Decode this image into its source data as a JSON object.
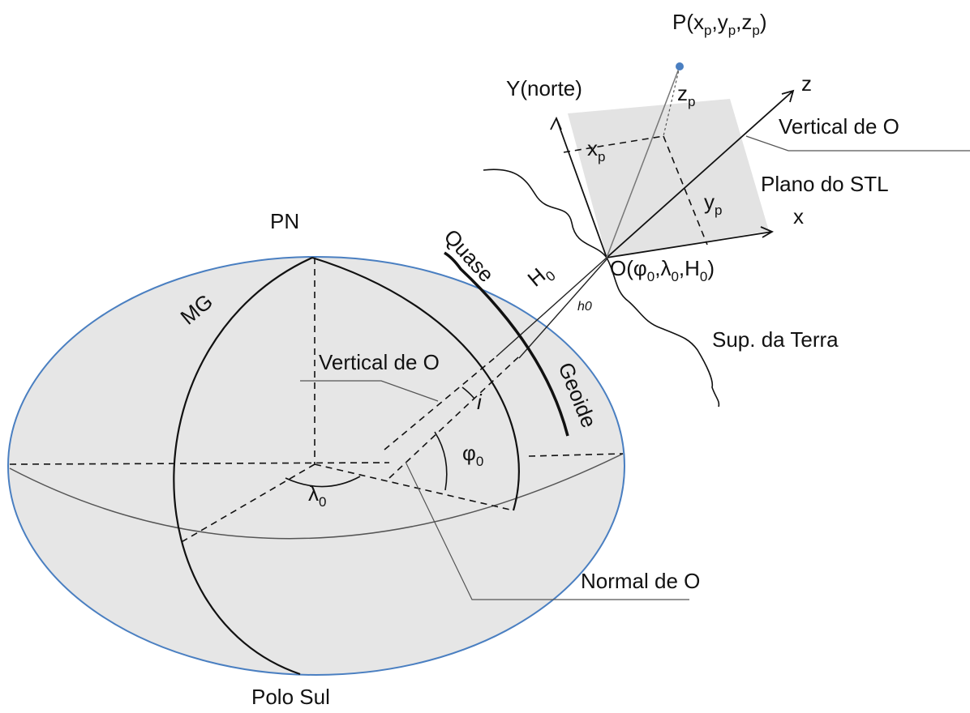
{
  "colors": {
    "ellipse_fill": "#e6e6e6",
    "ellipse_stroke": "#4a7fc1",
    "plane_fill": "#e3e3e3",
    "point_color": "#4a7fc1",
    "line_color": "#111111",
    "leader_color": "#555555"
  },
  "labels": {
    "point_p": {
      "base": "P(x",
      "s1": "p",
      "c1": ",y",
      "s2": "p",
      "c2": ",z",
      "s3": "p",
      "end": ")"
    },
    "y_axis": "Y(norte)",
    "z_axis": "z",
    "zp": {
      "base": "z",
      "sub": "p"
    },
    "xp": {
      "base": "x",
      "sub": "p"
    },
    "yp": {
      "base": "y",
      "sub": "p"
    },
    "vertical_de_o_top": "Vertical de O",
    "plano_do_stl": "Plano do STL",
    "x_axis": "x",
    "origin": {
      "base": "O(",
      "phi": "φ",
      "s1": "0",
      "c1": ",",
      "lambda": "λ",
      "s2": "0",
      "c2": ",H",
      "s3": "0",
      "end": ")"
    },
    "h0_upper": {
      "base": "H",
      "sub": "0"
    },
    "h0_lower": "h0",
    "pn": "PN",
    "mg": "MG",
    "quase": "Quase",
    "geoide": "Geoide",
    "sup_da_terra": "Sup. da Terra",
    "vertical_de_o_center": "Vertical de O",
    "deflection_i": "i",
    "phi0": {
      "base": "φ",
      "sub": "0"
    },
    "lambda0": {
      "base": "λ",
      "sub": "0"
    },
    "normal_de_o": "Normal de O",
    "polo_sul": "Polo Sul"
  }
}
